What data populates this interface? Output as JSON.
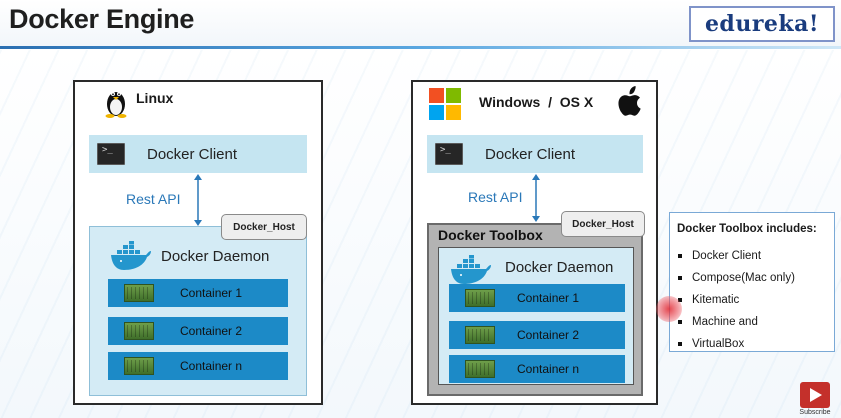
{
  "header": {
    "title": "Docker Engine",
    "brand": "edureka!",
    "accent_color": "#2b6fb1"
  },
  "linux_panel": {
    "os_label": "Linux",
    "os_icon": "tux-penguin-icon",
    "client_label": "Docker Client",
    "rest_api_label": "Rest API",
    "host_tab_label": "Docker_Host",
    "daemon_label": "Docker Daemon",
    "containers": [
      "Container 1",
      "Container 2",
      "Container n"
    ]
  },
  "win_mac_panel": {
    "os_label": "Windows  /  OS X",
    "os_icons": [
      "windows-logo-icon",
      "apple-logo-icon"
    ],
    "client_label": "Docker Client",
    "rest_api_label": "Rest API",
    "host_tab_label": "Docker_Host",
    "toolbox_label": "Docker Toolbox",
    "daemon_label": "Docker Daemon",
    "containers": [
      "Container 1",
      "Container 2",
      "Container n"
    ]
  },
  "toolbox_info": {
    "title": "Docker Toolbox includes:",
    "items": [
      "Docker Client",
      "Compose(Mac only)",
      "Kitematic",
      "Machine and",
      "VirtualBox"
    ]
  },
  "subscribe": {
    "label": "Subscribe"
  },
  "colors": {
    "client_fill": "#c5e5f1",
    "host_fill": "#d4ebf5",
    "container_fill": "#1c8ac7",
    "toolbox_fill": "#b3b3b3",
    "rest_api_text": "#2a78b8"
  }
}
